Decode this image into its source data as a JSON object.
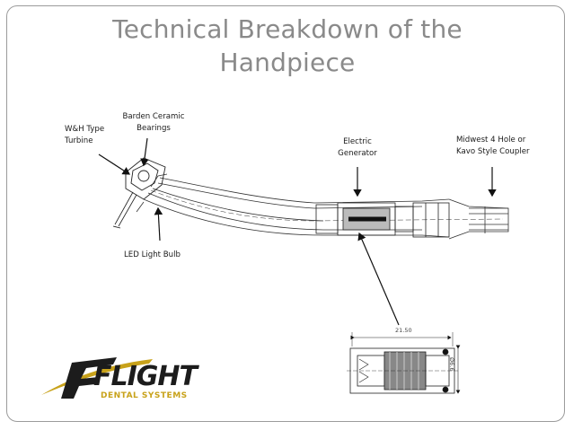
{
  "slide": {
    "title_line1": "Technical Breakdown of the",
    "title_line2": "Handpiece"
  },
  "labels": {
    "turbine": [
      "W&H Type",
      "Turbine"
    ],
    "bearings": [
      "Barden Ceramic",
      "Bearings"
    ],
    "generator": [
      "Electric",
      "Generator"
    ],
    "coupler": [
      "Midwest 4 Hole or",
      "Kavo Style Coupler"
    ],
    "led": "LED Light Bulb"
  },
  "detail": {
    "dimension_length": "21.50",
    "dimension_diameter": "Ø6.6"
  },
  "logo": {
    "brand": "FLIGHT",
    "tagline": "DENTAL SYSTEMS",
    "colors": {
      "dark": "#1c1c1c",
      "gold": "#c8a21a"
    }
  }
}
